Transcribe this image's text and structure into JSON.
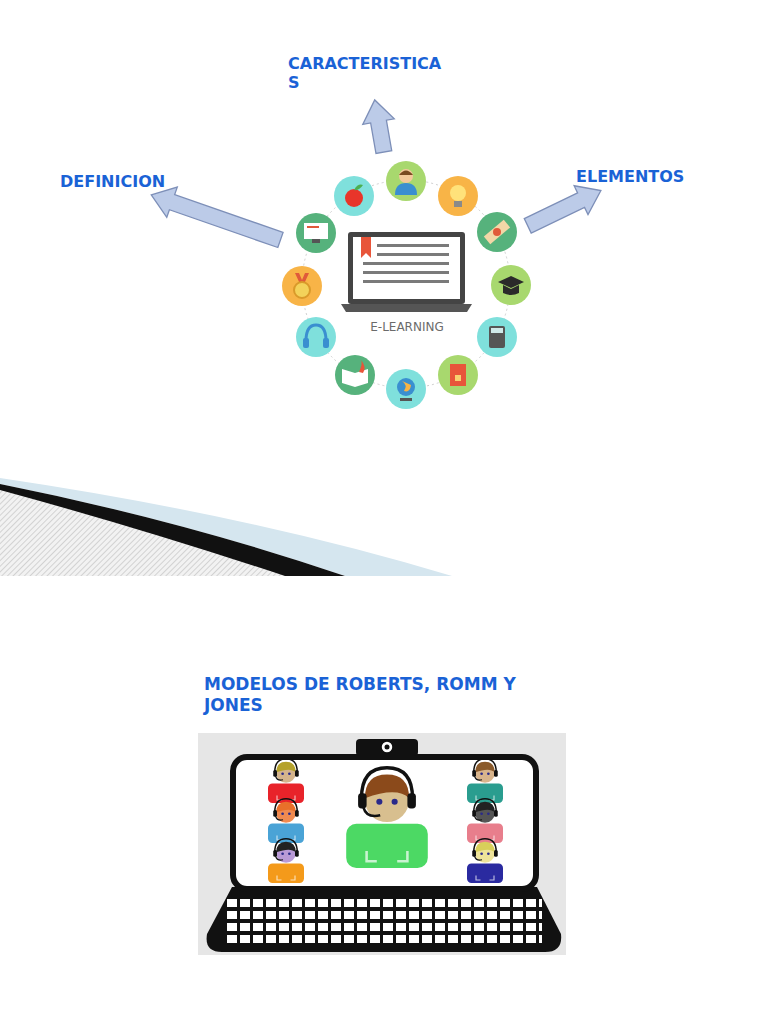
{
  "diagram": {
    "nodes": [
      {
        "text": [
          "CARACTERISTICAS"
        ]
      },
      {
        "text": [
          "DEFINICION"
        ]
      },
      {
        "text": [
          "ELEMENTOS"
        ]
      },
      {
        "text": [
          "E-LEARNING"
        ]
      }
    ],
    "edges": [
      {
        "from": 3,
        "to": 0,
        "arrow": "to"
      },
      {
        "from": 3,
        "to": 1,
        "arrow": "to"
      },
      {
        "from": 3,
        "to": 2,
        "arrow": "to"
      }
    ],
    "labels": [
      "MODELOS DE ROBERTS, ROMM Y JONES"
    ]
  }
}
